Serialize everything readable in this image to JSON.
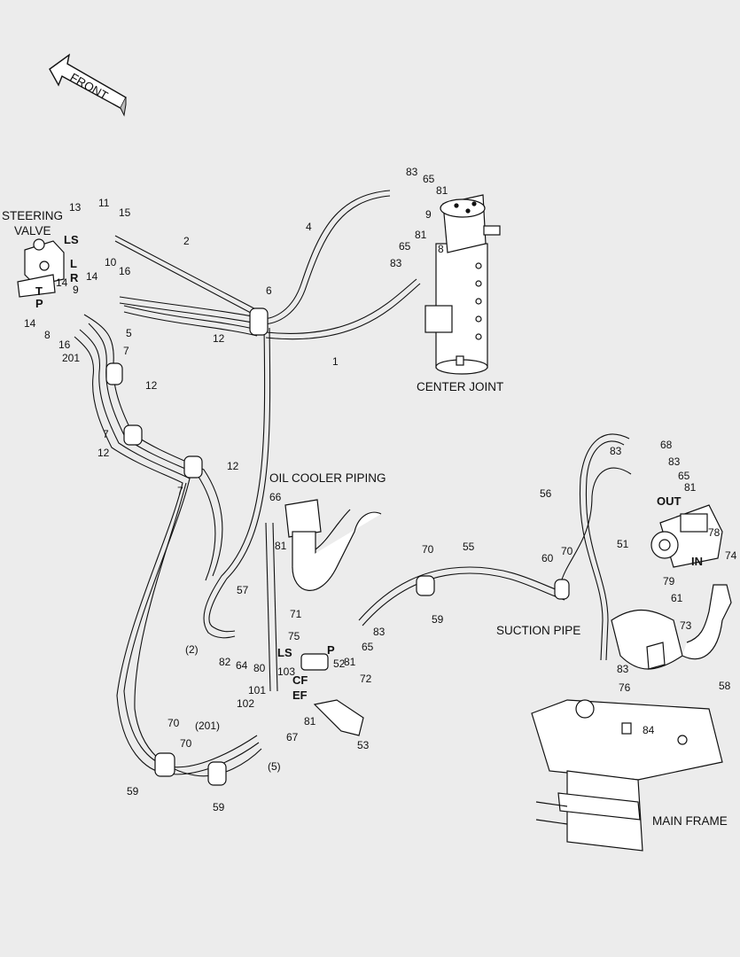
{
  "title_labels": {
    "front": "FRONT",
    "steering_valve_line1": "STEERING",
    "steering_valve_line2": "VALVE",
    "center_joint": "CENTER JOINT",
    "oil_cooler_piping": "OIL COOLER PIPING",
    "suction_pipe": "SUCTION PIPE",
    "main_frame": "MAIN FRAME"
  },
  "port_labels": [
    "LS",
    "L",
    "R",
    "T",
    "P",
    "LS",
    "CF",
    "EF",
    "P",
    "OUT",
    "IN"
  ],
  "part_numbers": [
    "13",
    "11",
    "15",
    "2",
    "4",
    "83",
    "65",
    "81",
    "9",
    "81",
    "65",
    "8",
    "83",
    "14",
    "10",
    "16",
    "14",
    "9",
    "14",
    "8",
    "16",
    "5",
    "201",
    "6",
    "12",
    "1",
    "7",
    "12",
    "7",
    "12",
    "7",
    "12",
    "66",
    "81",
    "57",
    "71",
    "75",
    "83",
    "65",
    "81",
    "(2)",
    "82",
    "64",
    "80",
    "103",
    "52",
    "101",
    "102",
    "81",
    "67",
    "72",
    "53",
    "(201)",
    "70",
    "70",
    "(5)",
    "59",
    "59",
    "70",
    "55",
    "59",
    "56",
    "83",
    "68",
    "83",
    "65",
    "81",
    "60",
    "70",
    "51",
    "78",
    "74",
    "79",
    "61",
    "73",
    "83",
    "76",
    "58",
    "84"
  ]
}
